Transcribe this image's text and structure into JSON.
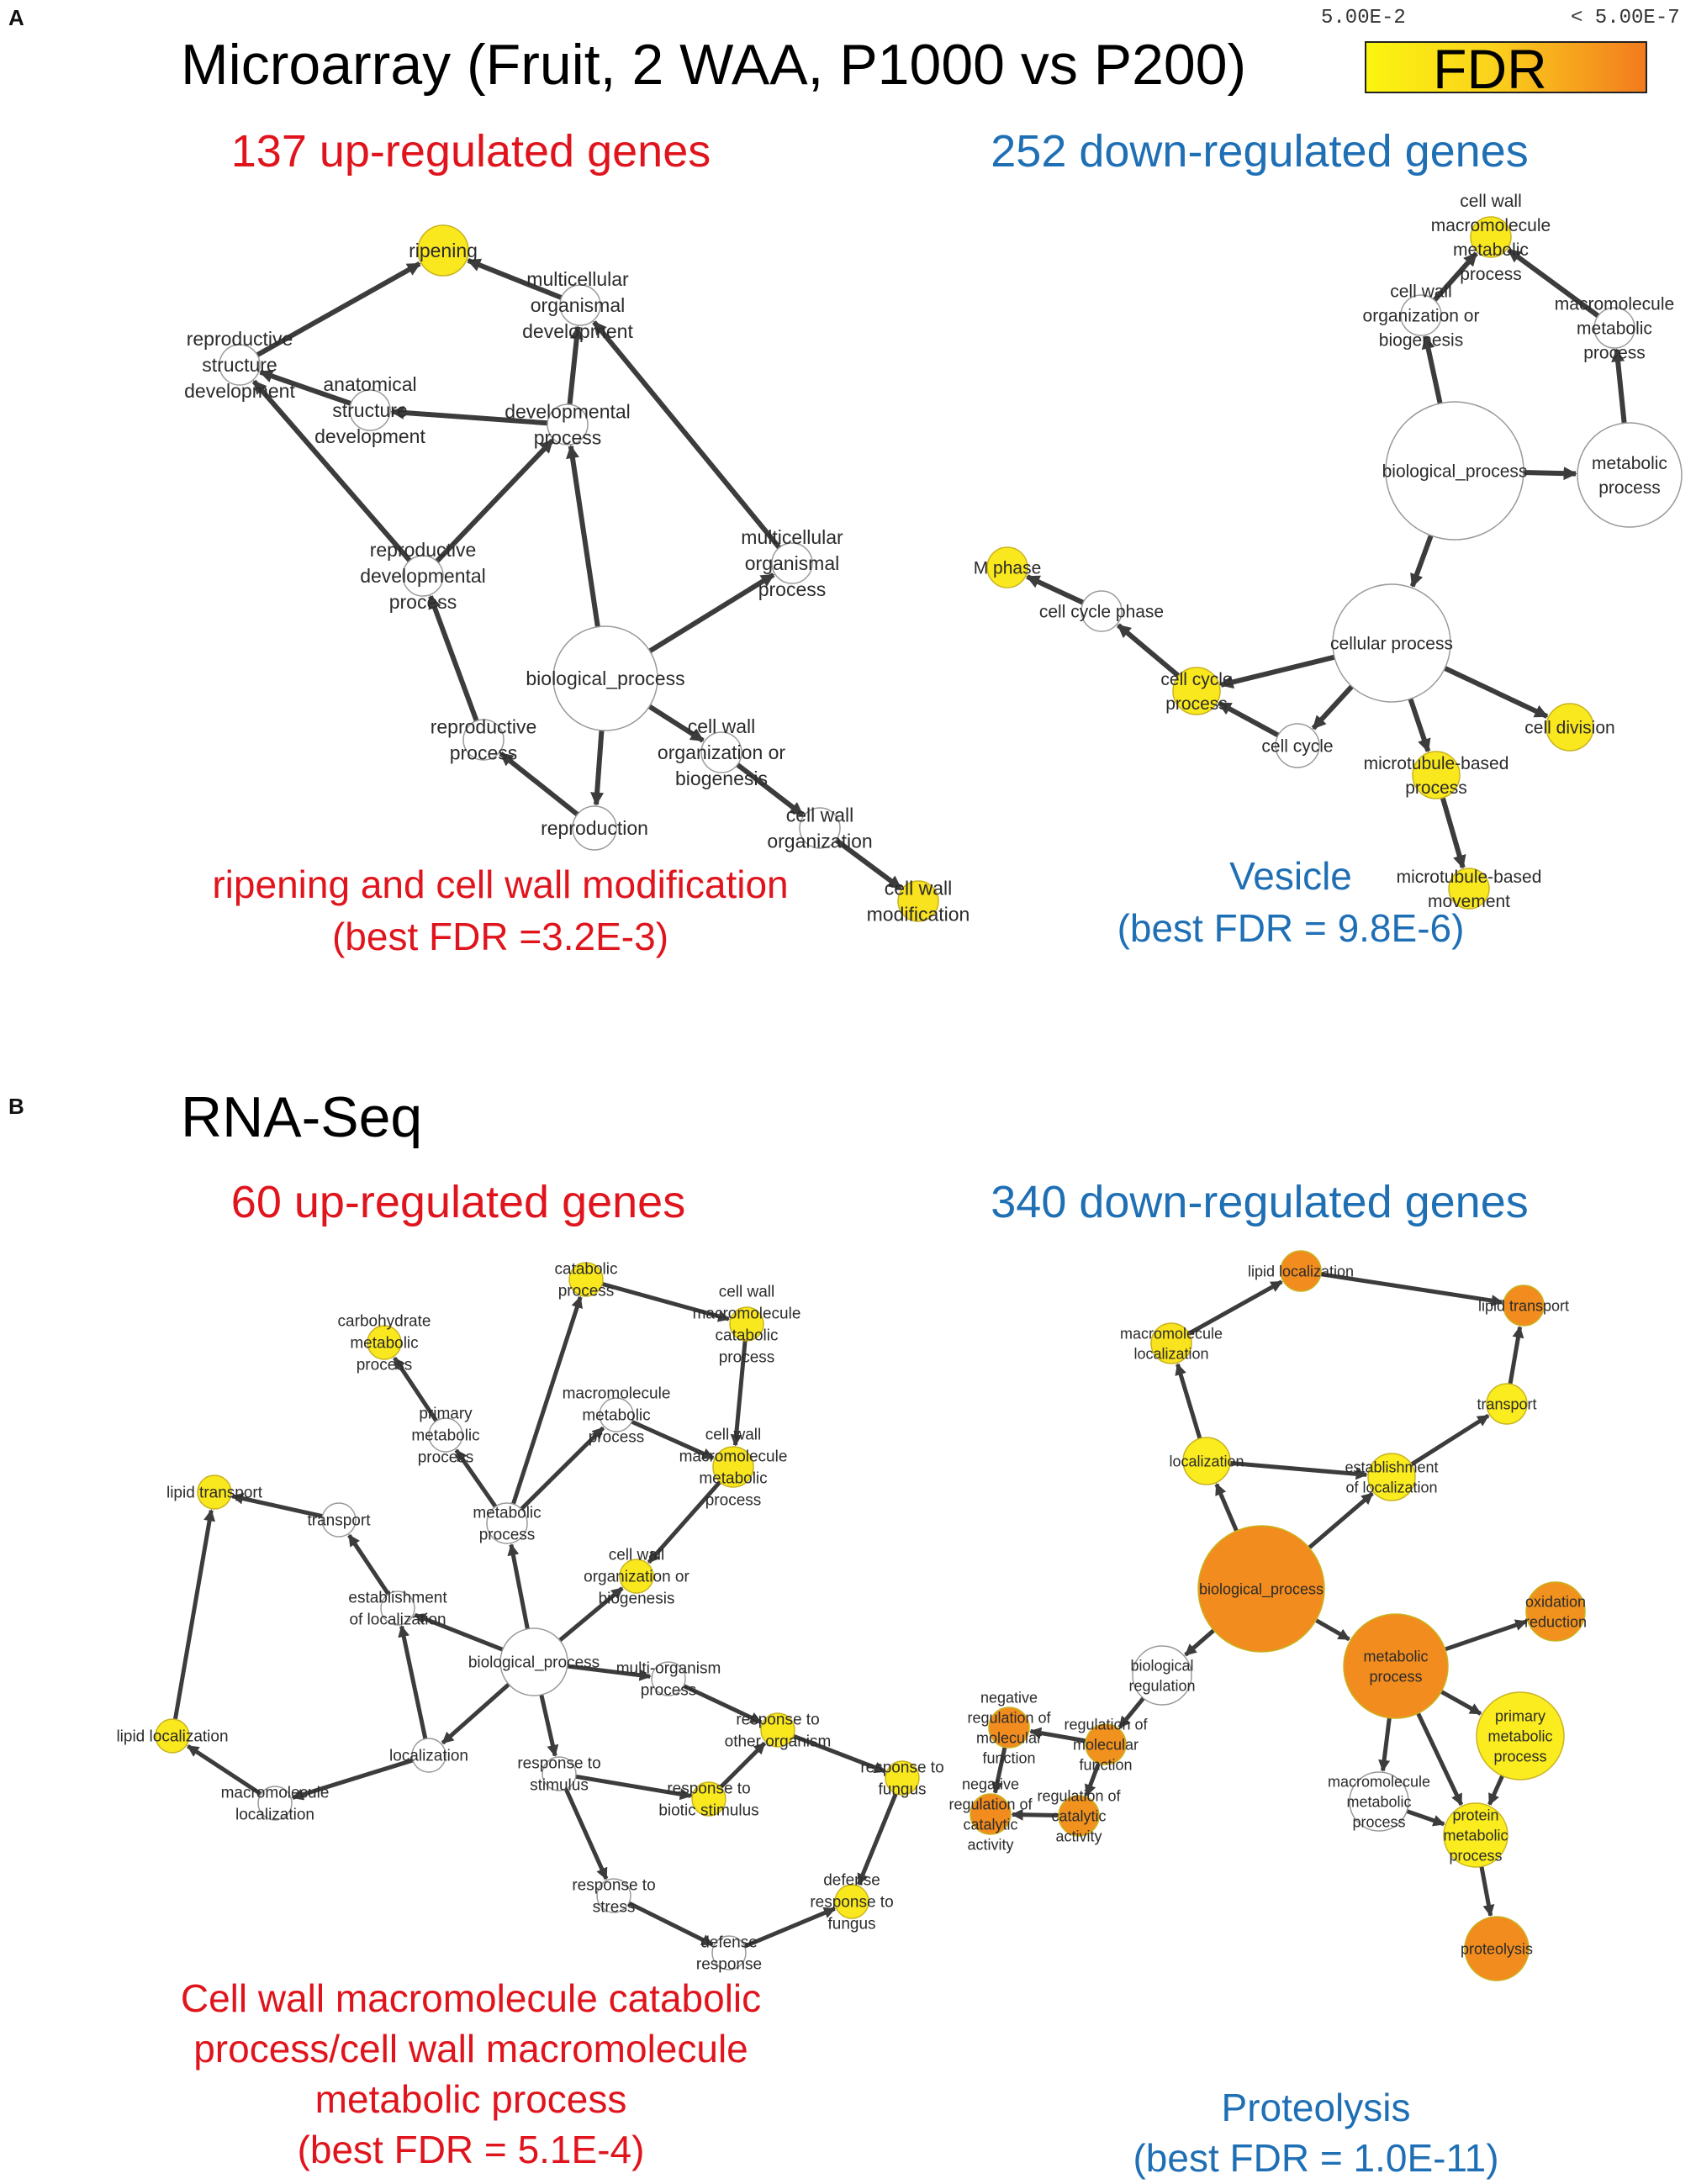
{
  "colors": {
    "up_red": "#e0141c",
    "down_blue": "#1f6fb5",
    "node_yellow": "#f5ee22",
    "node_orange": "#f28a1e",
    "node_white": "#ffffff",
    "edge": "#3c3c3c"
  },
  "panel_a": {
    "letter": "A",
    "title": "Microarray (Fruit, 2 WAA, P1000 vs P200)",
    "legend": {
      "label": "FDR",
      "low": "5.00E-2",
      "high": "< 5.00E-7"
    },
    "up_heading": "137 up-regulated genes",
    "down_heading": "252 down-regulated genes",
    "up_caption": [
      "ripening and cell wall modification",
      "(best FDR =3.2E-3)"
    ],
    "down_caption": [
      "Vesicle",
      "(best FDR = 9.8E-6)"
    ]
  },
  "panel_b": {
    "letter": "B",
    "title": "RNA-Seq",
    "up_heading": "60 up-regulated genes",
    "down_heading": "340 down-regulated genes",
    "up_caption": [
      "Cell wall macromolecule catabolic",
      "process/cell wall macromolecule",
      "metabolic process",
      "(best FDR = 5.1E-4)"
    ],
    "down_caption": [
      "Proteolysis",
      "(best FDR = 1.0E-11)"
    ]
  },
  "networks": [
    {
      "id": "a-up",
      "nodes": [
        {
          "id": "bp",
          "label": [
            "biological_process"
          ],
          "fdr": null
        },
        {
          "id": "rip",
          "label": [
            "ripening"
          ],
          "fdr": 0.02
        },
        {
          "id": "mod",
          "label": [
            "multicellular",
            "organismal",
            "development"
          ],
          "fdr": null
        },
        {
          "id": "rsd",
          "label": [
            "reproductive",
            "structure",
            "development"
          ],
          "fdr": null
        },
        {
          "id": "asd",
          "label": [
            "anatomical",
            "structure",
            "development"
          ],
          "fdr": null
        },
        {
          "id": "dp",
          "label": [
            "developmental",
            "process"
          ],
          "fdr": null
        },
        {
          "id": "rdp",
          "label": [
            "reproductive",
            "developmental",
            "process"
          ],
          "fdr": null
        },
        {
          "id": "mop",
          "label": [
            "multicellular",
            "organismal",
            "process"
          ],
          "fdr": null
        },
        {
          "id": "rp",
          "label": [
            "reproductive",
            "process"
          ],
          "fdr": null
        },
        {
          "id": "rep",
          "label": [
            "reproduction"
          ],
          "fdr": null
        },
        {
          "id": "cwob",
          "label": [
            "cell wall",
            "organization or",
            "biogenesis"
          ],
          "fdr": null
        },
        {
          "id": "cwo",
          "label": [
            "cell wall",
            "organization"
          ],
          "fdr": null
        },
        {
          "id": "cwm",
          "label": [
            "cell wall",
            "modification"
          ],
          "fdr": 0.01
        }
      ],
      "edges": [
        [
          "rsd",
          "rip"
        ],
        [
          "mod",
          "rip"
        ],
        [
          "asd",
          "rsd"
        ],
        [
          "dp",
          "asd"
        ],
        [
          "dp",
          "mod"
        ],
        [
          "rdp",
          "rsd"
        ],
        [
          "rdp",
          "dp"
        ],
        [
          "bp",
          "dp"
        ],
        [
          "bp",
          "mop"
        ],
        [
          "mop",
          "mod"
        ],
        [
          "rp",
          "rdp"
        ],
        [
          "rep",
          "rp"
        ],
        [
          "bp",
          "rep"
        ],
        [
          "bp",
          "cwob"
        ],
        [
          "cwob",
          "cwo"
        ],
        [
          "cwo",
          "cwm"
        ]
      ]
    },
    {
      "id": "a-down",
      "nodes": [
        {
          "id": "bp",
          "label": [
            "biological_process"
          ],
          "fdr": null
        },
        {
          "id": "cwmm",
          "label": [
            "cell wall",
            "macromolecule",
            "metabolic",
            "process"
          ],
          "fdr": 0.02
        },
        {
          "id": "cwob",
          "label": [
            "cell wall",
            "organization or",
            "biogenesis"
          ],
          "fdr": null
        },
        {
          "id": "mmp",
          "label": [
            "macromolecule",
            "metabolic",
            "process"
          ],
          "fdr": null
        },
        {
          "id": "metp",
          "label": [
            "metabolic",
            "process"
          ],
          "fdr": null
        },
        {
          "id": "cp",
          "label": [
            "cellular process"
          ],
          "fdr": null
        },
        {
          "id": "mph",
          "label": [
            "M phase"
          ],
          "fdr": 0.02
        },
        {
          "id": "ccph",
          "label": [
            "cell cycle phase"
          ],
          "fdr": null
        },
        {
          "id": "ccp",
          "label": [
            "cell cycle",
            "process"
          ],
          "fdr": 0.02
        },
        {
          "id": "cc",
          "label": [
            "cell cycle"
          ],
          "fdr": null
        },
        {
          "id": "cd",
          "label": [
            "cell division"
          ],
          "fdr": 0.02
        },
        {
          "id": "mbp",
          "label": [
            "microtubule-based",
            "process"
          ],
          "fdr": 0.02
        },
        {
          "id": "mbm",
          "label": [
            "microtubule-based",
            "movement"
          ],
          "fdr": 0.02
        }
      ],
      "edges": [
        [
          "cwob",
          "cwmm"
        ],
        [
          "mmp",
          "cwmm"
        ],
        [
          "metp",
          "mmp"
        ],
        [
          "bp",
          "metp"
        ],
        [
          "bp",
          "cwob"
        ],
        [
          "bp",
          "cp"
        ],
        [
          "cp",
          "ccp"
        ],
        [
          "cp",
          "cc"
        ],
        [
          "cp",
          "cd"
        ],
        [
          "cp",
          "mbp"
        ],
        [
          "cc",
          "ccp"
        ],
        [
          "ccp",
          "ccph"
        ],
        [
          "ccph",
          "mph"
        ],
        [
          "mbp",
          "mbm"
        ]
      ]
    },
    {
      "id": "b-up",
      "nodes": [
        {
          "id": "bp",
          "label": [
            "biological_process"
          ],
          "fdr": null
        },
        {
          "id": "catp",
          "label": [
            "catabolic",
            "process"
          ],
          "fdr": 0.02
        },
        {
          "id": "cwmc",
          "label": [
            "cell wall",
            "macromolecule",
            "catabolic",
            "process"
          ],
          "fdr": 0.02
        },
        {
          "id": "chmp",
          "label": [
            "carbohydrate",
            "metabolic",
            "process"
          ],
          "fdr": 0.02
        },
        {
          "id": "mmp",
          "label": [
            "macromolecule",
            "metabolic",
            "process"
          ],
          "fdr": null
        },
        {
          "id": "pmp",
          "label": [
            "primary",
            "metabolic",
            "process"
          ],
          "fdr": null
        },
        {
          "id": "cwmm",
          "label": [
            "cell wall",
            "macromolecule",
            "metabolic",
            "process"
          ],
          "fdr": 0.015
        },
        {
          "id": "metp",
          "label": [
            "metabolic",
            "process"
          ],
          "fdr": null
        },
        {
          "id": "lt",
          "label": [
            "lipid transport"
          ],
          "fdr": 0.02
        },
        {
          "id": "tr",
          "label": [
            "transport"
          ],
          "fdr": null
        },
        {
          "id": "eol",
          "label": [
            "establishment",
            "of localization"
          ],
          "fdr": null
        },
        {
          "id": "cwob",
          "label": [
            "cell wall",
            "organization or",
            "biogenesis"
          ],
          "fdr": 0.02
        },
        {
          "id": "mop",
          "label": [
            "multi-organism",
            "process"
          ],
          "fdr": null
        },
        {
          "id": "ll",
          "label": [
            "lipid localization"
          ],
          "fdr": 0.02
        },
        {
          "id": "loc",
          "label": [
            "localization"
          ],
          "fdr": null
        },
        {
          "id": "rts",
          "label": [
            "response to",
            "stimulus"
          ],
          "fdr": null
        },
        {
          "id": "rtbs",
          "label": [
            "response to",
            "biotic stimulus"
          ],
          "fdr": 0.02
        },
        {
          "id": "rtoo",
          "label": [
            "response to",
            "other organism"
          ],
          "fdr": 0.02
        },
        {
          "id": "rtf",
          "label": [
            "response to",
            "fungus"
          ],
          "fdr": 0.02
        },
        {
          "id": "ml",
          "label": [
            "macromolecule",
            "localization"
          ],
          "fdr": null
        },
        {
          "id": "rtst",
          "label": [
            "response to",
            "stress"
          ],
          "fdr": null
        },
        {
          "id": "drf",
          "label": [
            "defense",
            "response to",
            "fungus"
          ],
          "fdr": 0.02
        },
        {
          "id": "dr",
          "label": [
            "defense",
            "response"
          ],
          "fdr": null
        }
      ],
      "edges": [
        [
          "catp",
          "cwmc"
        ],
        [
          "cwmc",
          "cwmm"
        ],
        [
          "mmp",
          "cwmm"
        ],
        [
          "cwmm",
          "cwob"
        ],
        [
          "metp",
          "catp"
        ],
        [
          "metp",
          "mmp"
        ],
        [
          "pmp",
          "chmp"
        ],
        [
          "metp",
          "pmp"
        ],
        [
          "bp",
          "metp"
        ],
        [
          "bp",
          "cwob"
        ],
        [
          "bp",
          "eol"
        ],
        [
          "eol",
          "tr"
        ],
        [
          "tr",
          "lt"
        ],
        [
          "ll",
          "lt"
        ],
        [
          "ml",
          "ll"
        ],
        [
          "loc",
          "ml"
        ],
        [
          "loc",
          "eol"
        ],
        [
          "bp",
          "loc"
        ],
        [
          "bp",
          "mop"
        ],
        [
          "bp",
          "rts"
        ],
        [
          "mop",
          "rtoo"
        ],
        [
          "rts",
          "rtbs"
        ],
        [
          "rtbs",
          "rtoo"
        ],
        [
          "rtoo",
          "rtf"
        ],
        [
          "rts",
          "rtst"
        ],
        [
          "rtst",
          "dr"
        ],
        [
          "dr",
          "drf"
        ],
        [
          "rtf",
          "drf"
        ]
      ]
    },
    {
      "id": "b-down",
      "nodes": [
        {
          "id": "bp",
          "label": [
            "biological_process"
          ],
          "fdr": 1e-09
        },
        {
          "id": "lloc",
          "label": [
            "lipid localization"
          ],
          "fdr": 1e-09
        },
        {
          "id": "ltr",
          "label": [
            "lipid transport"
          ],
          "fdr": 1e-09
        },
        {
          "id": "mloc",
          "label": [
            "macromolecule",
            "localization"
          ],
          "fdr": 0.01
        },
        {
          "id": "tr",
          "label": [
            "transport"
          ],
          "fdr": 0.03
        },
        {
          "id": "loc",
          "label": [
            "localization"
          ],
          "fdr": 0.03
        },
        {
          "id": "eol",
          "label": [
            "establishment",
            "of localization"
          ],
          "fdr": 0.03
        },
        {
          "id": "ox",
          "label": [
            "oxidation",
            "reduction"
          ],
          "fdr": 1e-06
        },
        {
          "id": "metp",
          "label": [
            "metabolic",
            "process"
          ],
          "fdr": 1e-08
        },
        {
          "id": "breg",
          "label": [
            "biological",
            "regulation"
          ],
          "fdr": null
        },
        {
          "id": "nrmf",
          "label": [
            "negative",
            "regulation of",
            "molecular",
            "function"
          ],
          "fdr": 1e-08
        },
        {
          "id": "rmf",
          "label": [
            "regulation of",
            "molecular",
            "function"
          ],
          "fdr": 1e-06
        },
        {
          "id": "pmp",
          "label": [
            "primary",
            "metabolic",
            "process"
          ],
          "fdr": 0.03
        },
        {
          "id": "nrca",
          "label": [
            "negative",
            "regulation of",
            "catalytic",
            "activity"
          ],
          "fdr": 1e-08
        },
        {
          "id": "rca",
          "label": [
            "regulation of",
            "catalytic",
            "activity"
          ],
          "fdr": 1e-06
        },
        {
          "id": "mmp",
          "label": [
            "macromolecule",
            "metabolic",
            "process"
          ],
          "fdr": null
        },
        {
          "id": "prmp",
          "label": [
            "protein",
            "metabolic",
            "process"
          ],
          "fdr": 0.03
        },
        {
          "id": "prot",
          "label": [
            "proteolysis"
          ],
          "fdr": 1e-11
        }
      ],
      "edges": [
        [
          "mloc",
          "lloc"
        ],
        [
          "lloc",
          "ltr"
        ],
        [
          "tr",
          "ltr"
        ],
        [
          "eol",
          "tr"
        ],
        [
          "loc",
          "mloc"
        ],
        [
          "loc",
          "eol"
        ],
        [
          "bp",
          "loc"
        ],
        [
          "bp",
          "eol"
        ],
        [
          "bp",
          "metp"
        ],
        [
          "bp",
          "breg"
        ],
        [
          "metp",
          "ox"
        ],
        [
          "metp",
          "pmp"
        ],
        [
          "metp",
          "mmp"
        ],
        [
          "metp",
          "prmp"
        ],
        [
          "pmp",
          "prmp"
        ],
        [
          "mmp",
          "prmp"
        ],
        [
          "prmp",
          "prot"
        ],
        [
          "breg",
          "rmf"
        ],
        [
          "rmf",
          "nrmf"
        ],
        [
          "rmf",
          "rca"
        ],
        [
          "rca",
          "nrca"
        ],
        [
          "nrmf",
          "nrca"
        ]
      ]
    }
  ]
}
